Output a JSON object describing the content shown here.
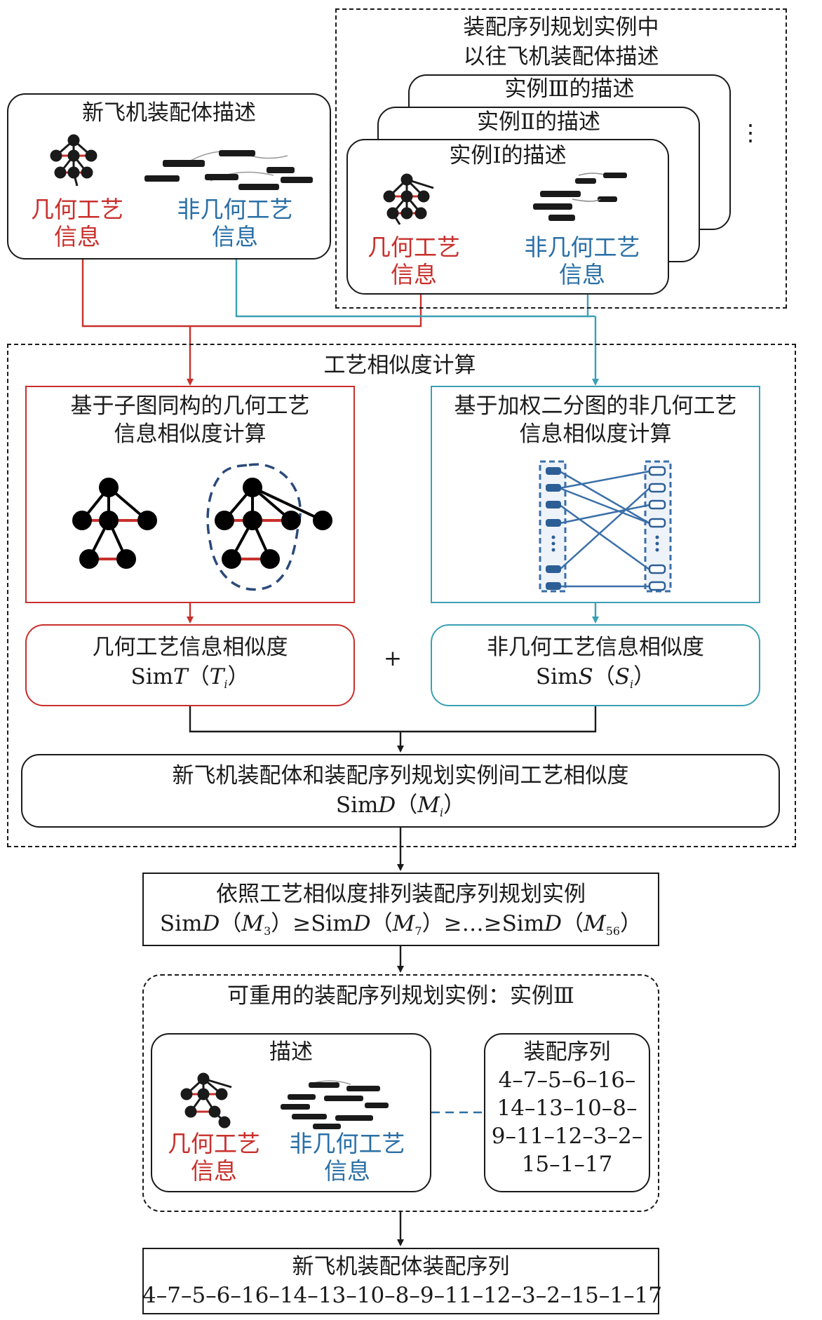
{
  "library": {
    "title_line1": "装配序列规划实例中",
    "title_line2": "以往飞机装配体描述",
    "card3": "实例Ⅲ的描述",
    "card2": "实例Ⅱ的描述",
    "card1": "实例Ⅰ的描述",
    "geo_line1": "几何工艺",
    "geo_line2": "信息",
    "nongeo_line1": "非几何工艺",
    "nongeo_line2": "信息",
    "ellipsis": "⋮"
  },
  "new_assembly": {
    "title": "新飞机装配体描述",
    "geo_line1": "几何工艺",
    "geo_line2": "信息",
    "nongeo_line1": "非几何工艺",
    "nongeo_line2": "信息"
  },
  "calc": {
    "title": "工艺相似度计算",
    "geo_method_line1": "基于子图同构的几何工艺",
    "geo_method_line2": "信息相似度计算",
    "nongeo_method_line1": "基于加权二分图的非几何工艺",
    "nongeo_method_line2": "信息相似度计算",
    "geo_sim_title": "几何工艺信息相似度",
    "geo_sim_sym_prefix": "Sim",
    "geo_sim_sym_var": "T",
    "geo_sim_sym_arg": "T",
    "geo_sim_sym_sub": "i",
    "plus": "+",
    "nongeo_sim_title": "非几何工艺信息相似度",
    "nongeo_sim_sym_prefix": "Sim",
    "nongeo_sim_sym_var": "S",
    "nongeo_sim_sym_arg": "S",
    "nongeo_sim_sym_sub": "i",
    "total_title": "新飞机装配体和装配序列规划实例间工艺相似度",
    "total_sym_prefix": "Sim",
    "total_sym_var": "D",
    "total_sym_arg": "M",
    "total_sym_sub": "i"
  },
  "ranking": {
    "title": "依照工艺相似度排列装配序列规划实例",
    "sim": "Sim",
    "d": "D",
    "m": "M",
    "sub1": "3",
    "sub2": "7",
    "sub3": "56",
    "ge": "≥",
    "dots": "…"
  },
  "reusable": {
    "title": "可重用的装配序列规划实例：实例Ⅲ",
    "desc_title": "描述",
    "geo_line1": "几何工艺",
    "geo_line2": "信息",
    "nongeo_line1": "非几何工艺",
    "nongeo_line2": "信息",
    "seq_title": "装配序列",
    "seq_line1": "4–7–5–6–16–",
    "seq_line2": "14–13–10–8–",
    "seq_line3": "9–11–12–3–2–",
    "seq_line4": "15–1–17"
  },
  "result": {
    "title": "新飞机装配体装配序列",
    "sequence": "4–7–5–6–16–14–13–10–8–9–11–12–3–2–15–1–17"
  },
  "colors": {
    "geometric": "#c8302c",
    "non_geometric": "#2a6fa6",
    "bipartite": "#3aa0b5",
    "line": "#1a1a1a"
  }
}
